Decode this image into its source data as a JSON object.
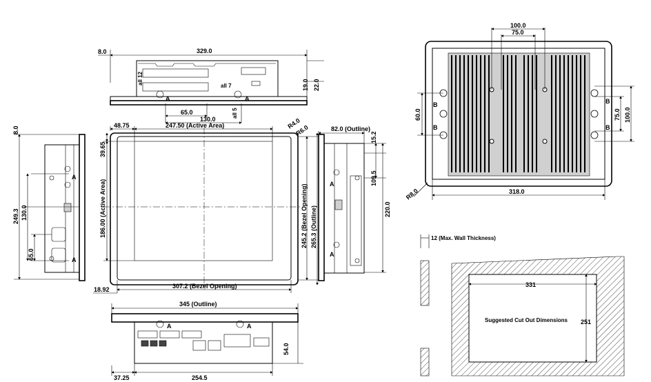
{
  "drawing": {
    "top_view": {
      "width": "329.0",
      "offset_left": "8.0",
      "height_a": "19.0",
      "height_b": "22.0",
      "hole_left": "all 12",
      "hole_right": "all 7",
      "slot_label": "all 5",
      "spacing_inner": "65.0",
      "spacing_outer": "130.0",
      "section_a": "A"
    },
    "front_view": {
      "active_area_width": "247.50 (Active Area)",
      "active_area_height": "186.00 (Active Area)",
      "left_offset": "48.75",
      "top_offset": "39.65",
      "bottom_offset": "18.92",
      "bezel_width": "307.2 (Bezel Opening)",
      "bezel_height": "245.2 (Bezel Opening)",
      "outline_height": "265.3 (Outline)",
      "radius_inner": "R4.0",
      "radius_outer": "R6.0"
    },
    "left_view": {
      "offset_top": "8.0",
      "height_total": "249.3",
      "height_mid": "130.0",
      "height_low": "65.0",
      "section_a": "A"
    },
    "right_view": {
      "depth": "82.0 (Outline)",
      "top_offset": "15.2",
      "mid_height": "109.5",
      "total_height": "220.0",
      "section_a": "A"
    },
    "bottom_view": {
      "outline_width": "345 (Outline)",
      "port_span": "254.5",
      "left_offset": "37.25",
      "depth": "54.0",
      "section_a": "A"
    },
    "back_view": {
      "width": "318.0",
      "spacing_outer": "100.0",
      "spacing_inner": "75.0",
      "vertical_left": "60.0",
      "vertical_right_inner": "75.0",
      "vertical_right_outer": "100.0",
      "radius": "R8.0",
      "section_b": "B"
    },
    "cutout": {
      "wall_label": "12 (Max. Wall Thickness)",
      "width": "331",
      "height": "251",
      "title": "Suggested Cut Out Dimensions"
    }
  }
}
